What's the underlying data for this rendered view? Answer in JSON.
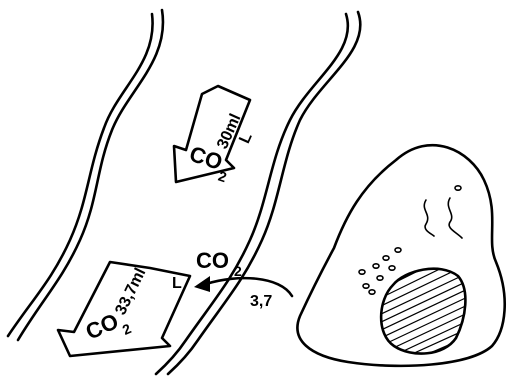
{
  "labels": {
    "upper_concentration_value": "30ml",
    "upper_concentration_unit": "L",
    "upper_gas": "CO",
    "upper_gas_subscript": "2",
    "exchange_gas": "CO",
    "exchange_gas_subscript": "2",
    "exchange_value": "3,7",
    "lower_concentration_value": "33,7ml",
    "lower_concentration_unit": "L",
    "lower_gas": "CO",
    "lower_gas_subscript": "2"
  }
}
